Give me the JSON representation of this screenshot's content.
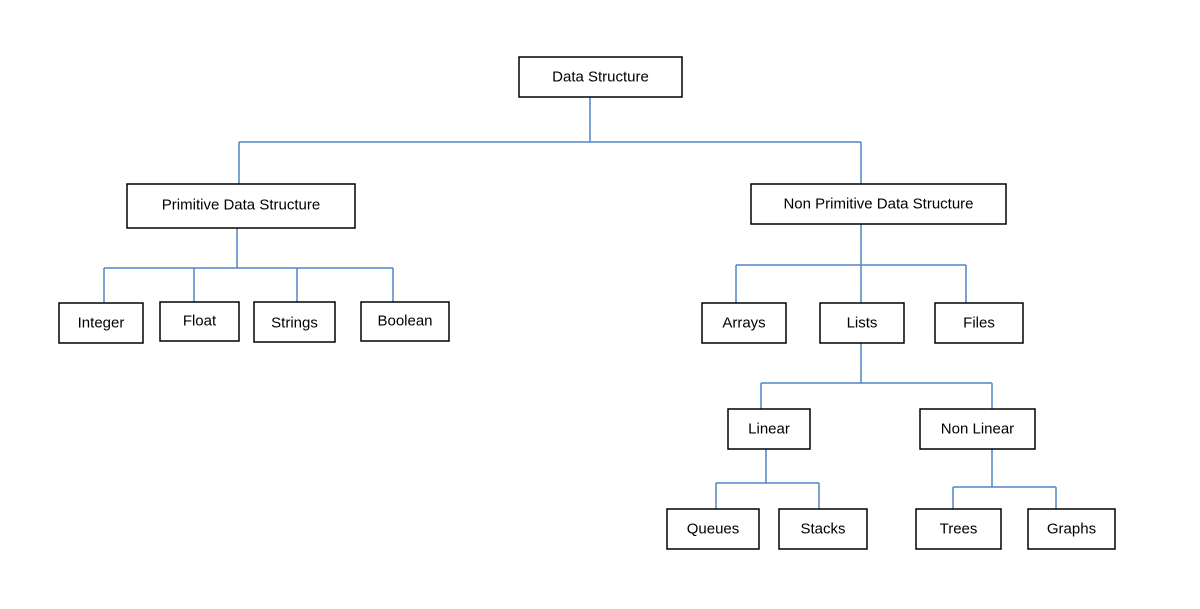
{
  "diagram": {
    "edge_color": "#4f86c6",
    "root": {
      "label": "Data Structure"
    },
    "primitive": {
      "label": "Primitive Data Structure",
      "children": [
        "Integer",
        "Float",
        "Strings",
        "Boolean"
      ]
    },
    "non_primitive": {
      "label": "Non Primitive Data Structure",
      "children": [
        "Arrays",
        "Lists",
        "Files"
      ]
    },
    "lists": {
      "linear": {
        "label": "Linear",
        "children": [
          "Queues",
          "Stacks"
        ]
      },
      "non_linear": {
        "label": "Non Linear",
        "children": [
          "Trees",
          "Graphs"
        ]
      }
    }
  }
}
